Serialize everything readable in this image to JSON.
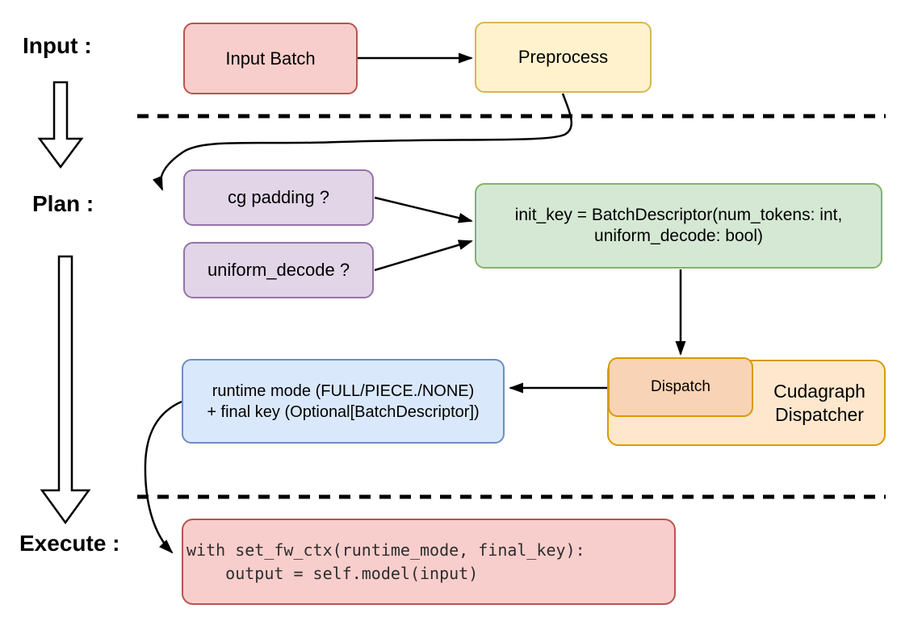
{
  "diagram": {
    "title_hint": "cudagraph dispatch flow",
    "stage_labels": {
      "input": "Input :",
      "plan": "Plan :",
      "execute": "Execute :"
    },
    "nodes": {
      "input_batch": {
        "label": "Input Batch",
        "fill": "#f8cecc",
        "stroke": "#b85450"
      },
      "preprocess": {
        "label": "Preprocess",
        "fill": "#fff2cc",
        "stroke": "#d6b656"
      },
      "cg_padding": {
        "label": "cg padding ?",
        "fill": "#e1d5e7",
        "stroke": "#9673a6"
      },
      "uniform_decode": {
        "label": "uniform_decode ?",
        "fill": "#e1d5e7",
        "stroke": "#9673a6"
      },
      "init_key": {
        "line1": "init_key = BatchDescriptor(num_tokens: int,",
        "line2": "uniform_decode: bool)",
        "fill": "#d5e8d4",
        "stroke": "#82b366"
      },
      "dispatch": {
        "label": "Dispatch",
        "fill": "#f9d3b5",
        "stroke": "#d79b00"
      },
      "cudagraph_dispatcher": {
        "line1": "Cudagraph",
        "line2": "Dispatcher",
        "fill": "#ffe7cd",
        "stroke": "#d79b00"
      },
      "runtime_mode": {
        "line1": "runtime mode (FULL/PIECE./NONE)",
        "line2": "+ final key (Optional[BatchDescriptor])",
        "fill": "#dae8fc",
        "stroke": "#6c8ebf"
      },
      "execute_code": {
        "line1": "with set_fw_ctx(runtime_mode, final_key):",
        "line2": "    output = self.model(input)",
        "fill": "#f8cecc",
        "stroke": "#b85450"
      }
    },
    "connector_color": "#000000"
  }
}
